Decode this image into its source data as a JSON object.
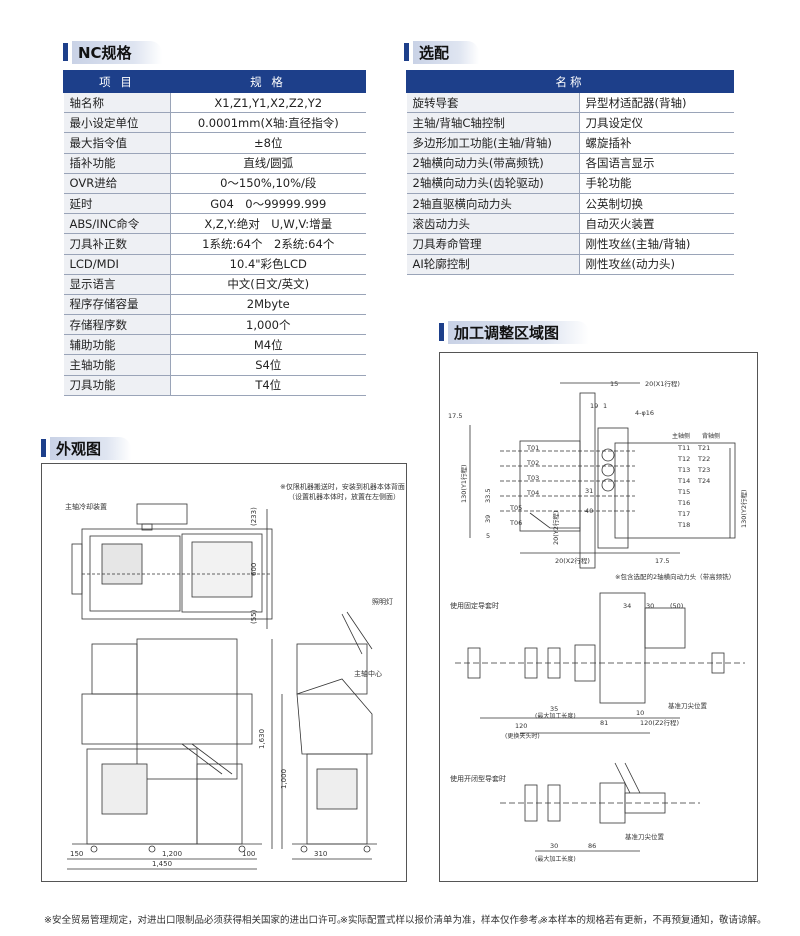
{
  "nc": {
    "heading": "NC规格",
    "col_item": "项 目",
    "col_spec": "规 格",
    "rows": [
      [
        "轴名称",
        "X1,Z1,Y1,X2,Z2,Y2"
      ],
      [
        "最小设定单位",
        "0.0001mm(X轴:直径指令)"
      ],
      [
        "最大指令值",
        "±8位"
      ],
      [
        "插补功能",
        "直线/圆弧"
      ],
      [
        "OVR进给",
        "0～150%,10%/段"
      ],
      [
        "延时",
        "G04　0～99999.999"
      ],
      [
        "ABS/INC命令",
        "X,Z,Y:绝对　U,W,V:增量"
      ],
      [
        "刀具补正数",
        "1系统:64个　2系统:64个"
      ],
      [
        "LCD/MDI",
        "10.4\"彩色LCD"
      ],
      [
        "显示语言",
        "中文(日文/英文)"
      ],
      [
        "程序存储容量",
        "2Mbyte"
      ],
      [
        "存储程序数",
        "1,000个"
      ],
      [
        "辅助功能",
        "M4位"
      ],
      [
        "主轴功能",
        "S4位"
      ],
      [
        "刀具功能",
        "T4位"
      ]
    ]
  },
  "options": {
    "heading": "选配",
    "col_name": "名称",
    "rows": [
      [
        "旋转导套",
        "异型材适配器(背轴)"
      ],
      [
        "主轴/背轴C轴控制",
        "刀具设定仪"
      ],
      [
        "多边形加工功能(主轴/背轴)",
        "螺旋插补"
      ],
      [
        "2轴横向动力头(带高频铣)",
        "各国语言显示"
      ],
      [
        "2轴横向动力头(齿轮驱动)",
        "手轮功能"
      ],
      [
        "2轴直驱横向动力头",
        "公英制切换"
      ],
      [
        "滚齿动力头",
        "自动灭火装置"
      ],
      [
        "刀具寿命管理",
        "刚性攻丝(主轴/背轴)"
      ],
      [
        "AI轮廓控制",
        "刚性攻丝(动力头)"
      ]
    ]
  },
  "exterior": {
    "heading": "外观图",
    "note_line1": "※仅限机器搬送时，安装到机器本体背面",
    "note_line2": "（设置机器本体时，放置在左侧面）",
    "label_cooling": "主轴冷却装置",
    "label_light": "照明灯",
    "label_center": "主轴中心",
    "dims": {
      "d233": "(233)",
      "d600": "600",
      "d55": "(55)",
      "d1630": "1,630",
      "d1000": "1,000",
      "d150": "150",
      "d1200": "1,200",
      "d100": "100",
      "d1450": "1,450",
      "d310": "310"
    }
  },
  "zone": {
    "heading": "加工调整区域图",
    "label_main_col": "主轴侧",
    "label_back_col": "背轴侧",
    "tools_main": [
      "T11",
      "T12",
      "T13",
      "T14",
      "T15",
      "T16",
      "T17",
      "T18"
    ],
    "tools_back": [
      "T21",
      "T22",
      "T23",
      "T24"
    ],
    "tools_left": [
      "T01",
      "T02",
      "T03",
      "T04",
      "T05",
      "T06"
    ],
    "d_15": "15",
    "d_20x1": "20(X1行程)",
    "d_19": "19",
    "d_1": "1",
    "d_4phi16": "4-φ16",
    "d_175a": "17.5",
    "d_130y1": "130(Y1行程)",
    "d_335": "33.5",
    "d_39": "39",
    "d_5": "5",
    "d_20y2": "20(Y2行程)",
    "d_31": "31",
    "d_40": "40",
    "d_130y2": "130(Y2行程)",
    "d_20x2": "20(X2行程)",
    "d_175b": "17.5",
    "note_2axis": "※包含选配的2轴横向动力头（带高频铣）",
    "label_fixed_guide": "使用固定导套时",
    "d_34": "34",
    "d_30": "30",
    "d_50": "(50)",
    "d_35": "35",
    "label_max_len1": "(最大加工长度)",
    "d_120": "120",
    "label_chuck": "(更换夹头时)",
    "d_81": "81",
    "d_10": "10",
    "d_120z2": "120(Z2行程)",
    "label_ref_pos1": "基准刀尖位置",
    "label_open_guide": "使用开闭型导套时",
    "d_30b": "30",
    "d_86": "86",
    "label_max_len2": "(最大加工长度)",
    "label_ref_pos2": "基准刀尖位置"
  },
  "footer": {
    "f1": "※安全贸易管理规定，对进出口限制品必须获得相关国家的进出口许可。",
    "f2": "※实际配置式样以报价清单为准，样本仅作参考。",
    "f3": "※本样本的规格若有更新，不再预复通知，敬请谅解。"
  }
}
